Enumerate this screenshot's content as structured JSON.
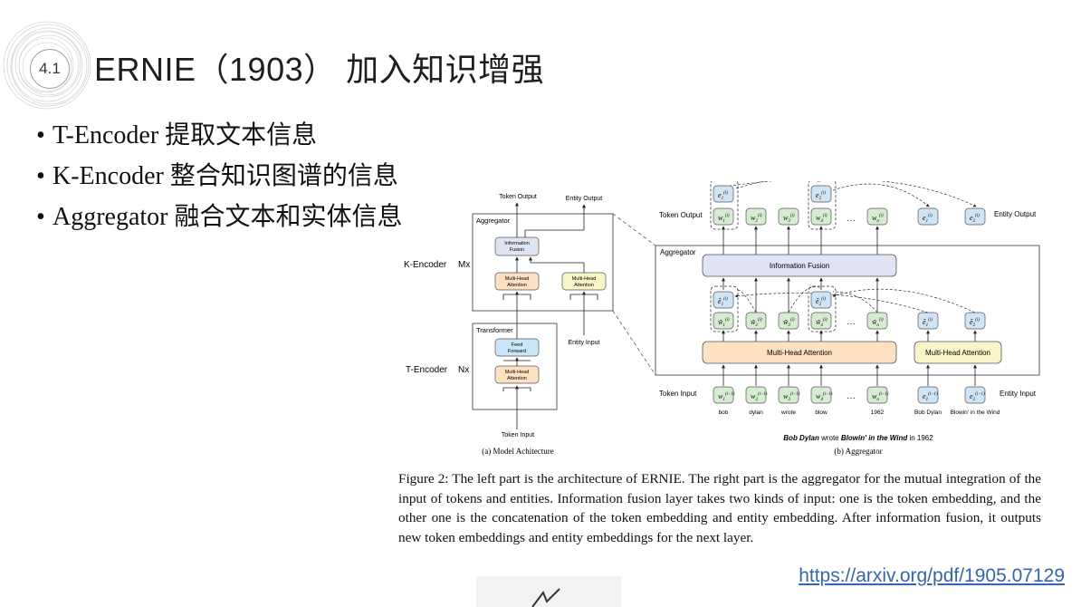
{
  "slide": {
    "badge_number": "4.1",
    "title": "ERNIE（1903） 加入知识增强",
    "bullets": [
      "T-Encoder 提取文本信息",
      "K-Encoder 整合知识图谱的信息",
      "Aggregator 融合文本和实体信息"
    ],
    "link": "https://arxiv.org/pdf/1905.07129"
  },
  "figure": {
    "left": {
      "token_output": "Token Output",
      "entity_output": "Entity Output",
      "aggregator": "Aggregator",
      "info_fusion_1": "Information",
      "info_fusion_2": "Fusion",
      "mha_1": "Multi-Head",
      "mha_2": "Attention",
      "k_encoder": "K-Encoder",
      "mx": "Mx",
      "transformer": "Transformer",
      "ff_1": "Feed",
      "ff_2": "Forward",
      "t_encoder": "T-Encoder",
      "nx": "Nx",
      "entity_input": "Entity Input",
      "token_input": "Token Input",
      "subcaption": "(a) Model Achitecture"
    },
    "right": {
      "token_output": "Token Output",
      "entity_output": "Entity Output",
      "aggregator": "Aggregator",
      "information_fusion": "Information Fusion",
      "multi_head_attention": "Multi-Head Attention",
      "token_input": "Token Input",
      "entity_input": "Entity Input",
      "ellipsis": "…",
      "words": [
        "bob",
        "dylan",
        "wrote",
        "blow",
        "1962",
        "Bob Dylan",
        "Blowin' in the Wind"
      ],
      "sentence_bold_1": "Bob Dylan",
      "sentence_mid": " wrote ",
      "sentence_bold_2": "Blowin' in the Wind",
      "sentence_end": " in 1962",
      "subcaption": "(b) Aggregator"
    },
    "caption": "Figure 2: The left part is the architecture of ERNIE. The right part is the aggregator for the mutual integration of the input of tokens and entities. Information fusion layer takes two kinds of input: one is the token embedding, and the other one is the concatenation of the token embedding and entity embedding. After information fusion, it outputs new token embeddings and entity embeddings for the next layer."
  },
  "colors": {
    "fusion": "#dfe3f3",
    "attention": "#fde1c2",
    "entity_attention": "#f8f6c8",
    "feed_forward": "#c8e6f8",
    "token_node": "#d5ecd0",
    "entity_node": "#cfe4f5",
    "link": "#3366aa"
  }
}
